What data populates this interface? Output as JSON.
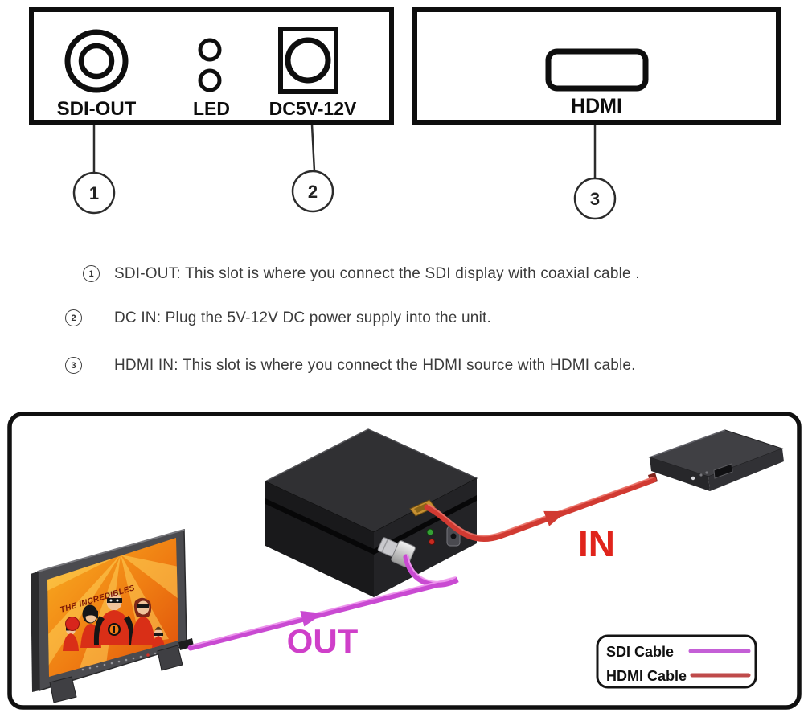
{
  "panels": {
    "front": {
      "sdi_out_label": "SDI-OUT",
      "led_label": "LED",
      "dc_label": "DC5V-12V",
      "callout_1": "1",
      "callout_2": "2"
    },
    "back": {
      "hdmi_label": "HDMI",
      "callout_3": "3"
    }
  },
  "descriptions": [
    {
      "num": "1",
      "text": "SDI-OUT: This slot is where you connect the SDI display with coaxial cable ."
    },
    {
      "num": "2",
      "text": "DC IN: Plug the 5V-12V DC power supply into the unit."
    },
    {
      "num": "3",
      "text": "HDMI IN: This slot is where you connect the HDMI source with HDMI cable."
    }
  ],
  "diagram": {
    "in_label": "IN",
    "out_label": "OUT",
    "poster_title": "THE INCREDIBLES",
    "legend": {
      "sdi": {
        "label": "SDI Cable",
        "color": "#c45fd6"
      },
      "hdmi": {
        "label": "HDMI Cable",
        "color": "#bf4a4a"
      }
    },
    "colors": {
      "sdi_cable": "#c94ad2",
      "hdmi_cable": "#d13a32",
      "in_text": "#e0241c",
      "out_text": "#cf3fc9"
    }
  }
}
